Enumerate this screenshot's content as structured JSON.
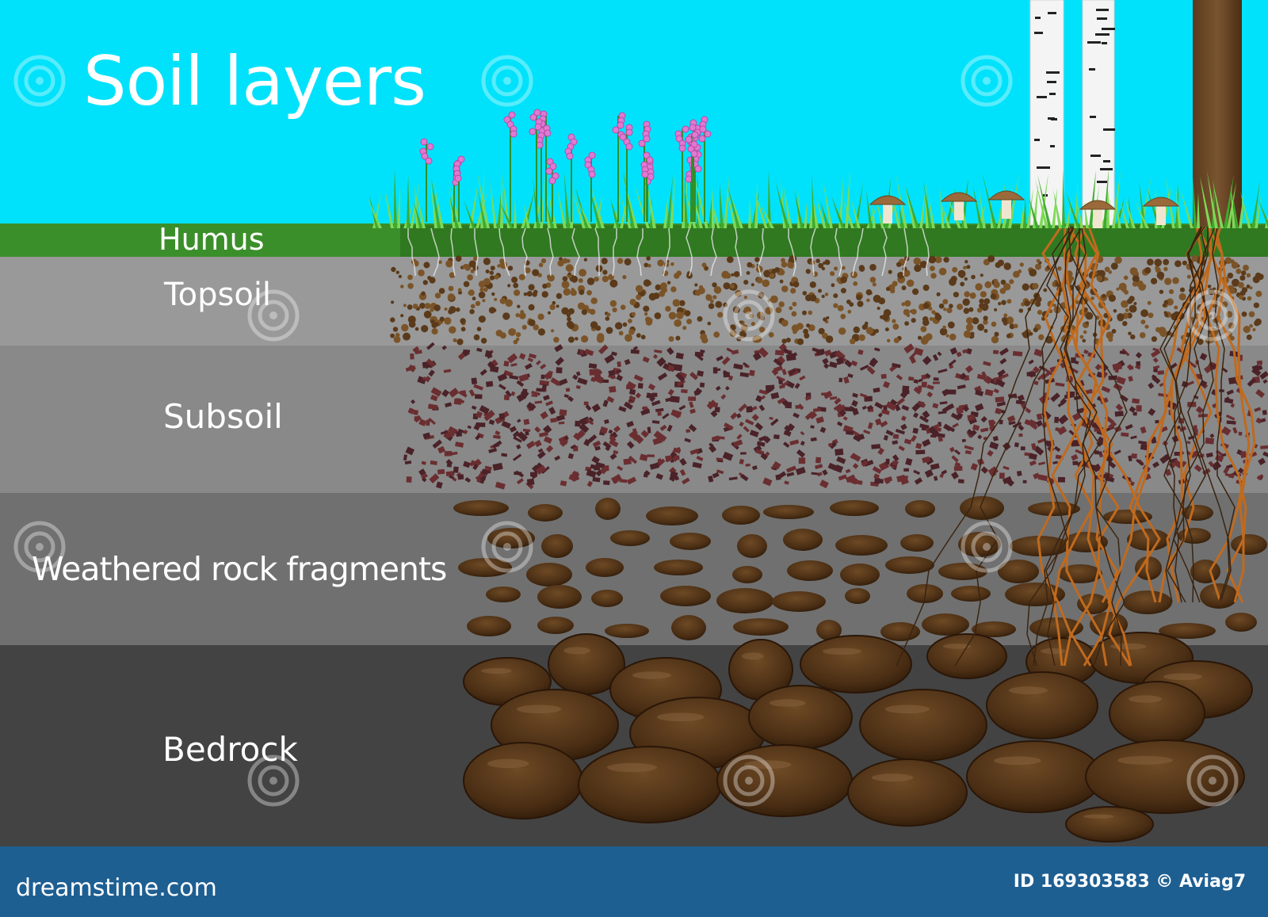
{
  "title": "Soil layers",
  "layers": {
    "humus": "Humus",
    "topsoil": "Topsoil",
    "subsoil": "Subsoil",
    "weathered": "Weathered rock fragments",
    "bedrock": "Bedrock"
  },
  "watermark": {
    "site": "dreamstime.com",
    "id": "ID 169303583 © Aviag7"
  },
  "colors": {
    "sky": "#00e2fb",
    "humus": "#3b8f2a",
    "topsoil": "#999999",
    "subsoil": "#898989",
    "weathered": "#707070",
    "bedrock": "#434343",
    "footer": "#1e5f92",
    "rock": "#4a2e14",
    "root": "#c06a1e"
  }
}
